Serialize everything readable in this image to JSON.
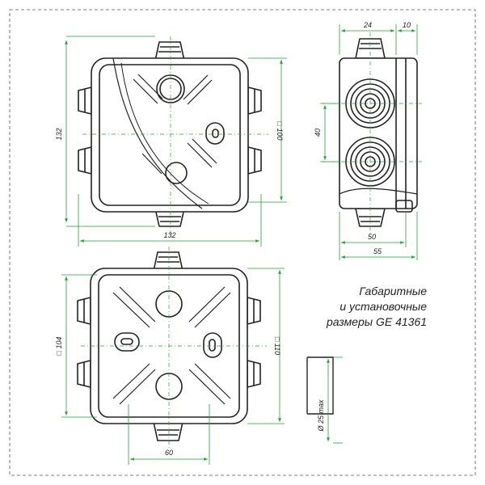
{
  "caption": {
    "line1": "Габаритные",
    "line2": "и установочные",
    "line3": "размеры GE 41361"
  },
  "dimensions": {
    "top_height": "132",
    "top_square": "□ 100",
    "top_width": "132",
    "side_depth": "24",
    "side_lid": "10",
    "side_pitch": "40",
    "side_inner_width": "50",
    "side_outer_width": "55",
    "bottom_square_left": "□ 104",
    "bottom_square_right": "□ 110",
    "bottom_spacing": "60",
    "entry_diameter": "Ø 25 max"
  },
  "colors": {
    "outline": "#222222",
    "dimension": "#2e9e3a",
    "frame": "#555555"
  }
}
